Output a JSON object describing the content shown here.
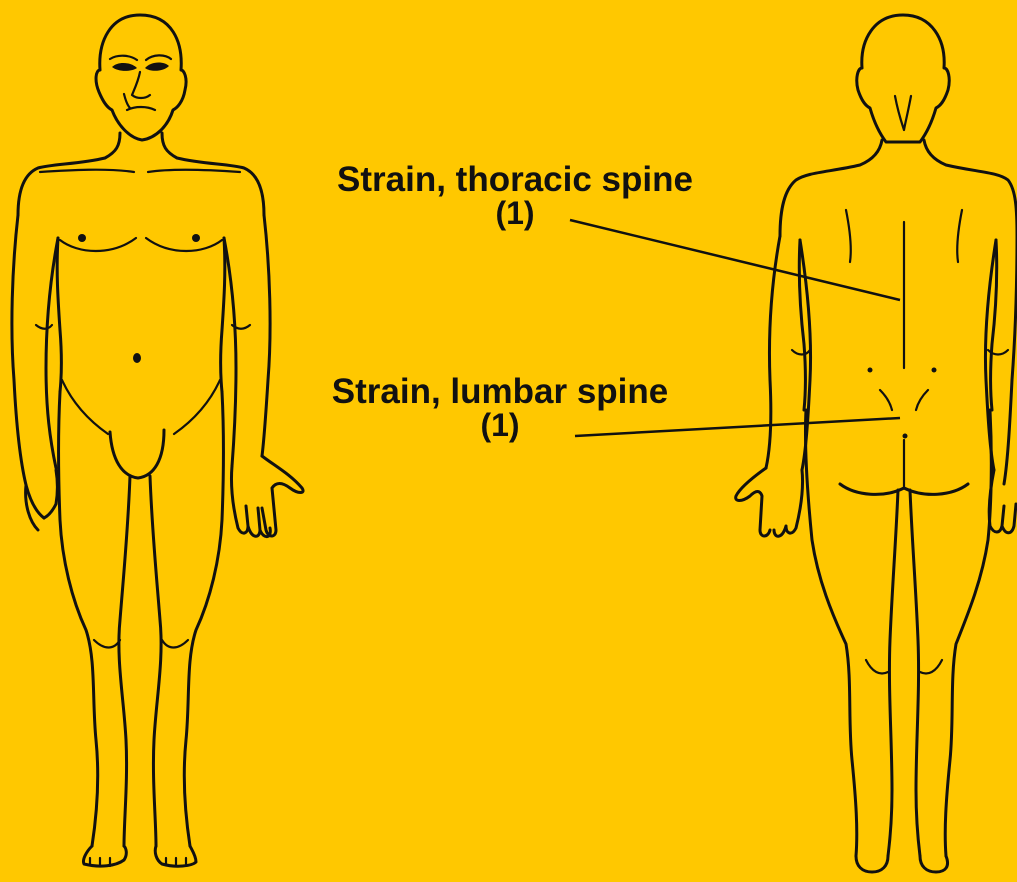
{
  "figure": {
    "background_color": "#FFC800",
    "line_color": "#111111"
  },
  "annotations": [
    {
      "label": "Strain, thoracic spine",
      "count": "(1)"
    },
    {
      "label": "Strain, lumbar spine",
      "count": "(1)"
    }
  ]
}
